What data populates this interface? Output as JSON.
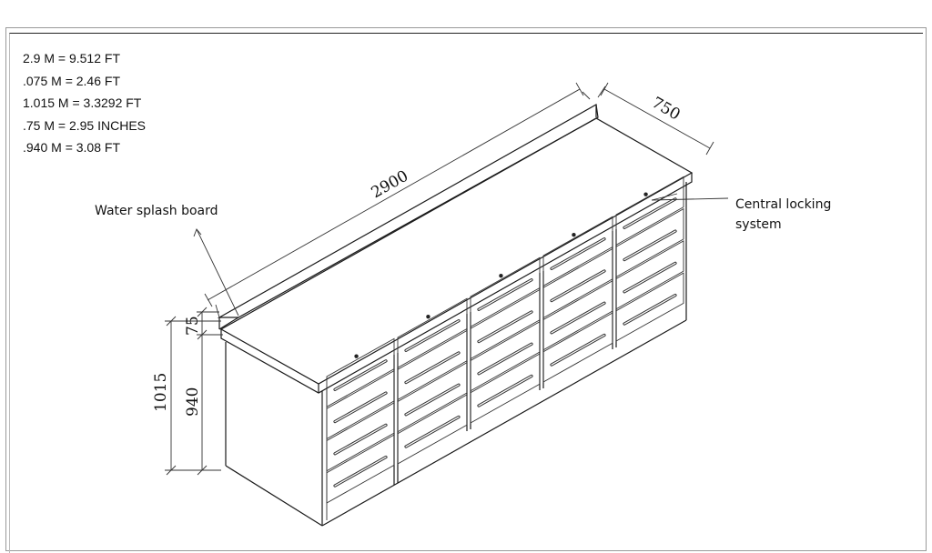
{
  "conversions": [
    "2.9 M = 9.512 FT",
    ".075 M = 2.46 FT",
    "1.015 M = 3.3292 FT",
    ".75 M = 2.95 INCHES",
    ".940 M = 3.08 FT"
  ],
  "callouts": {
    "water_splash": "Water splash board",
    "locking_line1": "Central locking",
    "locking_line2": "system"
  },
  "dimensions": {
    "length": "2900",
    "depth": "750",
    "total_height": "1015",
    "body_height": "940",
    "splash_height": "75"
  },
  "colors": {
    "line": "#1a1a1a",
    "background": "#ffffff"
  }
}
